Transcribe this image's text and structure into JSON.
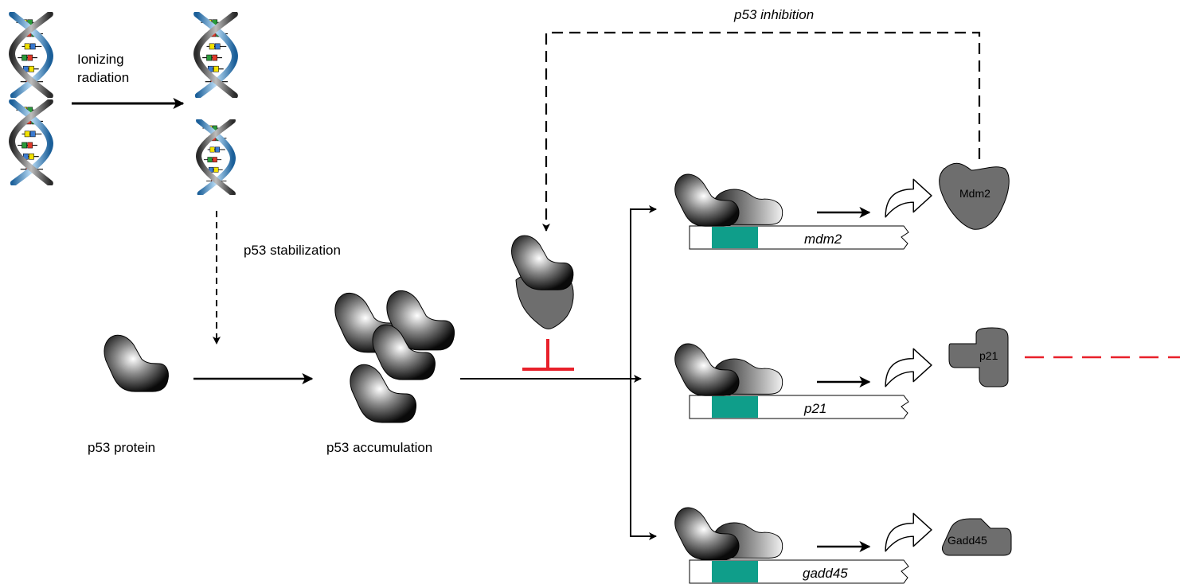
{
  "labels": {
    "ionizing_line1": "Ionizing",
    "ionizing_line2": "radiation",
    "stabilization": "p53 stabilization",
    "inhibition": "p53 inhibition",
    "p53_protein": "p53 protein",
    "accumulation": "p53 accumulation"
  },
  "genes": [
    {
      "name": "mdm2",
      "product": "Mdm2"
    },
    {
      "name": "p21",
      "product": "p21"
    },
    {
      "name": "gadd45",
      "product": "Gadd45"
    }
  ],
  "colors": {
    "binding_site": "#0f9e8a",
    "inhibit": "#e8202a",
    "protein_grey": "#6e6e6e",
    "dna_blue": "#3a8fd4"
  }
}
